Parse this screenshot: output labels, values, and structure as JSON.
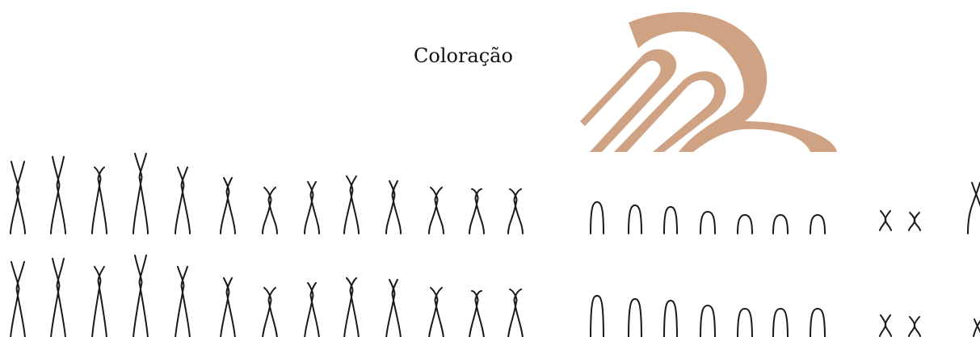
{
  "title": "Coloração",
  "colors": {
    "stroke": "#1a1a1a",
    "logo": "#cfa283",
    "background": "#ffffff"
  },
  "logo": {
    "name": "watermark-logo",
    "shape": "stylized letter B"
  },
  "rows": [
    {
      "name": "karyotype-row-1",
      "groups": [
        {
          "type": "x-chromosome",
          "count": 13
        },
        {
          "type": "arch-chromosome",
          "count": 7
        },
        {
          "type": "small-x-chromosome",
          "count": 2
        },
        {
          "type": "partial-chromosome",
          "count": 1
        }
      ]
    },
    {
      "name": "karyotype-row-2",
      "groups": [
        {
          "type": "x-chromosome",
          "count": 13
        },
        {
          "type": "arch-chromosome",
          "count": 7
        },
        {
          "type": "small-x-chromosome",
          "count": 2
        },
        {
          "type": "partial-chromosome",
          "count": 1
        }
      ]
    }
  ]
}
